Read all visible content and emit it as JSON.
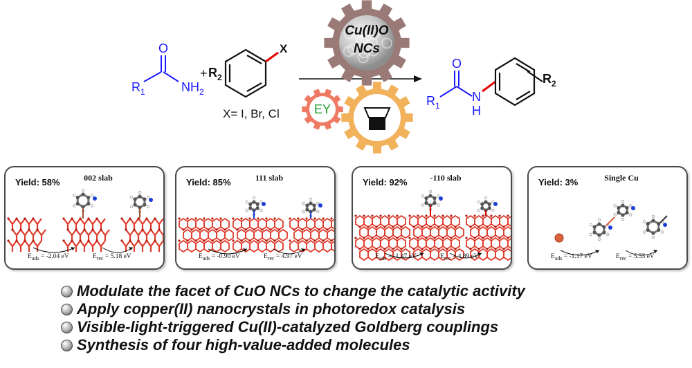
{
  "scheme": {
    "amide": {
      "r": "R",
      "r_sub": "1",
      "o": "O",
      "nh": "NH",
      "nh_sub": "2"
    },
    "plus": "+",
    "aryl_halide": {
      "r": "R",
      "r_sub": "2",
      "x": "X",
      "halides": "X= I, Br, Cl"
    },
    "catalyst": {
      "line1": "Cu(II)O",
      "line2": "NCs"
    },
    "photocatalyst": "EY",
    "light_source": "lamp",
    "product": {
      "r1": "R",
      "r1_sub": "1",
      "o": "O",
      "n": "N",
      "h": "H",
      "r2": "R",
      "r2_sub": "2"
    }
  },
  "panels": [
    {
      "yield": "Yield: 58%",
      "slab": "002 slab",
      "eads": "E",
      "eads_sub": "ads",
      "eads_val": " = -2.04 eV",
      "erec": "E",
      "erec_sub": "rec",
      "erec_val": " = 5.18 eV"
    },
    {
      "yield": "Yield: 85%",
      "slab": "111 slab",
      "eads": "E",
      "eads_sub": "ads",
      "eads_val": " = -0.90 eV",
      "erec": "E",
      "erec_sub": "rec",
      "erec_val": " = 4.97 eV"
    },
    {
      "yield": "Yield: 92%",
      "slab": "-110 slab",
      "eads": "E",
      "eads_sub": "ads",
      "eads_val": " = -1.47 eV",
      "erec": "E",
      "erec_sub": "rec",
      "erec_val": " = 4.89 eV"
    },
    {
      "yield": "Yield: 3%",
      "slab": "Single Cu",
      "eads": "E",
      "eads_sub": "ads",
      "eads_val": " = -1.17 eV",
      "erec": "E",
      "erec_sub": "rec",
      "erec_val": " = 5.53 eV"
    }
  ],
  "bullets": [
    "Modulate the facet of CuO NCs to change the catalytic activity",
    "Apply copper(II) nanocrystals in photoredox catalysis",
    "Visible-light-triggered Cu(II)-catalyzed Goldberg couplings",
    "Synthesis of four high-value-added molecules"
  ],
  "colors": {
    "amide_blue": "#1a1aff",
    "bond_red": "#e00000",
    "gear_brown": "#9a7a76",
    "gear_salmon": "#ee7a63",
    "gear_orange": "#f2b25c",
    "ey_green": "#1f9a2a",
    "crystal_red": "#e03a2a"
  }
}
